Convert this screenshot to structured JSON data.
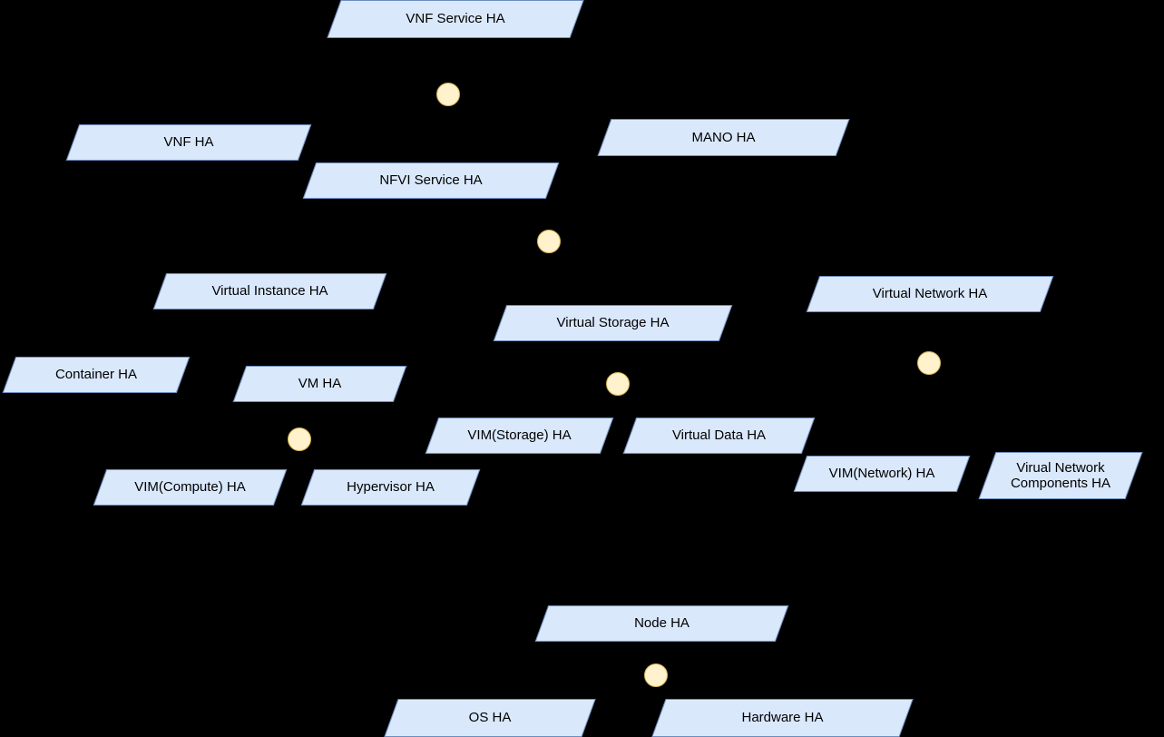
{
  "diagram": {
    "background": "#000000"
  },
  "colors": {
    "node_fill": "#dae8fc",
    "node_border": "#6c8ebf",
    "connector_fill": "#fff2cc",
    "connector_border": "#d6b656",
    "text": "#000000"
  },
  "nodes": {
    "vnf_service_ha": {
      "label": "VNF Service HA"
    },
    "vnf_ha": {
      "label": "VNF HA"
    },
    "mano_ha": {
      "label": "MANO HA"
    },
    "nfvi_service_ha": {
      "label": "NFVI Service HA"
    },
    "virtual_instance_ha": {
      "label": "Virtual Instance HA"
    },
    "virtual_storage_ha": {
      "label": "Virtual Storage HA"
    },
    "virtual_network_ha": {
      "label": "Virtual Network HA"
    },
    "container_ha": {
      "label": "Container HA"
    },
    "vm_ha": {
      "label": "VM HA"
    },
    "vim_storage_ha": {
      "label": "VIM(Storage) HA"
    },
    "virtual_data_ha": {
      "label": "Virtual Data HA"
    },
    "vim_compute_ha": {
      "label": "VIM(Compute) HA"
    },
    "hypervisor_ha": {
      "label": "Hypervisor HA"
    },
    "vim_network_ha": {
      "label": "VIM(Network) HA"
    },
    "virtual_network_components_ha": {
      "label": "Virual Network Components HA"
    },
    "node_ha": {
      "label": "Node HA"
    },
    "os_ha": {
      "label": "OS HA"
    },
    "hardware_ha": {
      "label": "Hardware HA"
    }
  },
  "connectors": {
    "shape": "circle",
    "count": 6
  }
}
